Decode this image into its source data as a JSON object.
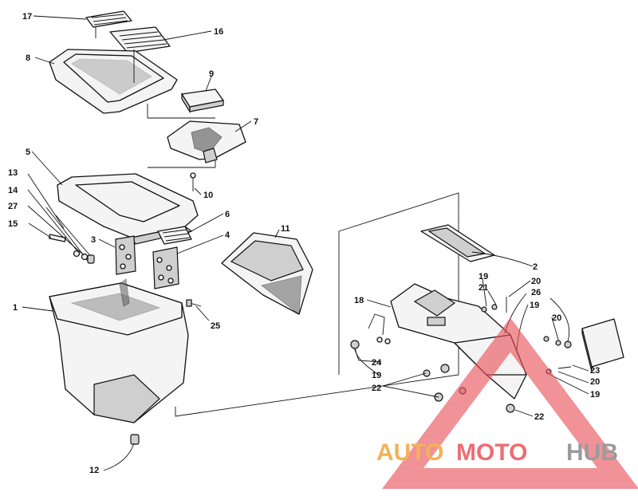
{
  "callouts": {
    "c1": "1",
    "c2": "2",
    "c3": "3",
    "c4": "4",
    "c5": "5",
    "c6": "6",
    "c7": "7",
    "c8": "8",
    "c9": "9",
    "c10": "10",
    "c11": "11",
    "c12": "12",
    "c13": "13",
    "c14": "14",
    "c15": "15",
    "c16": "16",
    "c17": "17",
    "c18": "18",
    "c19a": "19",
    "c19b": "19",
    "c19c": "19",
    "c19d": "19",
    "c20a": "20",
    "c20b": "20",
    "c20c": "20",
    "c21": "21",
    "c22a": "22",
    "c22b": "22",
    "c23": "23",
    "c24": "24",
    "c25": "25",
    "c26": "26",
    "c27": "27"
  },
  "watermark": {
    "auto": "AUTO",
    "moto": "MOTO",
    "hub": "HUB",
    "colors": {
      "auto": "#f2a43c",
      "moto": "#e8545c",
      "hub": "#8a8a8a",
      "triangle": "#e8545c"
    }
  }
}
